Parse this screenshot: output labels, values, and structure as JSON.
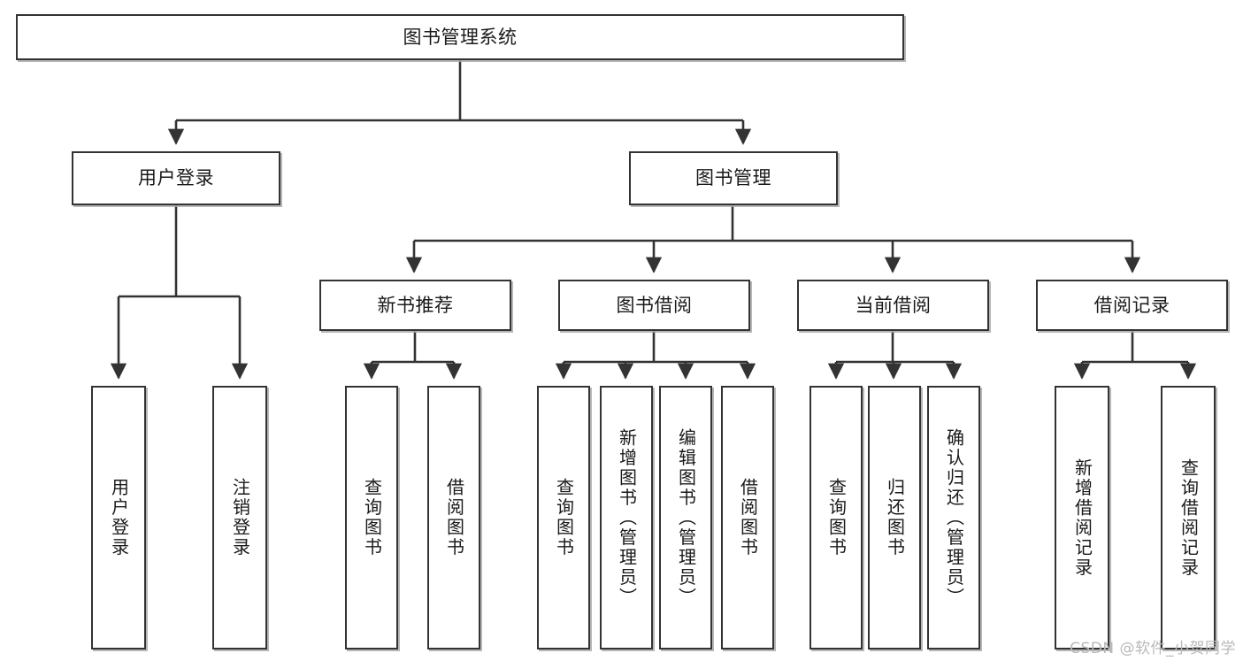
{
  "diagram": {
    "title": "图书管理系统",
    "watermark": "CSDN @软件_小贺同学",
    "root": {
      "label": "图书管理系统"
    },
    "level1": [
      {
        "label": "用户登录"
      },
      {
        "label": "图书管理"
      }
    ],
    "level2": [
      {
        "label": "新书推荐"
      },
      {
        "label": "图书借阅"
      },
      {
        "label": "当前借阅"
      },
      {
        "label": "借阅记录"
      }
    ],
    "leaves": {
      "user_login": [
        {
          "label": "用户登录"
        },
        {
          "label": "注销登录"
        }
      ],
      "new_book": [
        {
          "label": "查询图书"
        },
        {
          "label": "借阅图书"
        }
      ],
      "book_borrow": [
        {
          "label": "查询图书"
        },
        {
          "label": "新增图书（管理员）"
        },
        {
          "label": "编辑图书（管理员）"
        },
        {
          "label": "借阅图书"
        }
      ],
      "current_borrow": [
        {
          "label": "查询图书"
        },
        {
          "label": "归还图书"
        },
        {
          "label": "确认归还（管理员）"
        }
      ],
      "borrow_record": [
        {
          "label": "新增借阅记录"
        },
        {
          "label": "查询借阅记录"
        }
      ]
    },
    "colors": {
      "border": "#333333",
      "fill": "#ffffff",
      "text": "#1a1a1a",
      "edge": "#333333",
      "watermark": "#b9b9b9"
    }
  }
}
